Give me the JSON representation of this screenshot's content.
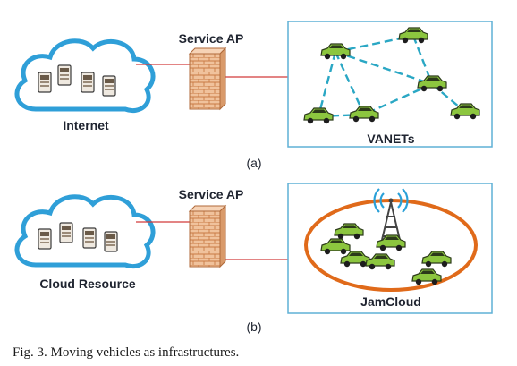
{
  "colors": {
    "cloud_fill": "#ffffff",
    "cloud_stroke": "#2f9fd8",
    "link_line": "#d23a3a",
    "panel_border": "#5fb0d6",
    "car_green": "#8cc63f",
    "car_dark": "#2c3a1a",
    "dash_link": "#2aa7c4",
    "oval": "#e06a1a",
    "firewall": "#e7b38a",
    "tower": "#444444",
    "signal": "#29a0d8"
  },
  "panel_a": {
    "cloud_label": "Internet",
    "ap_label": "Service AP",
    "network_label": "VANETs",
    "sub_label": "(a)"
  },
  "panel_b": {
    "cloud_label": "Cloud Resource",
    "ap_label": "Service AP",
    "network_label": "JamCloud",
    "sub_label": "(b)"
  },
  "caption": "Fig. 3.  Moving vehicles as infrastructures."
}
